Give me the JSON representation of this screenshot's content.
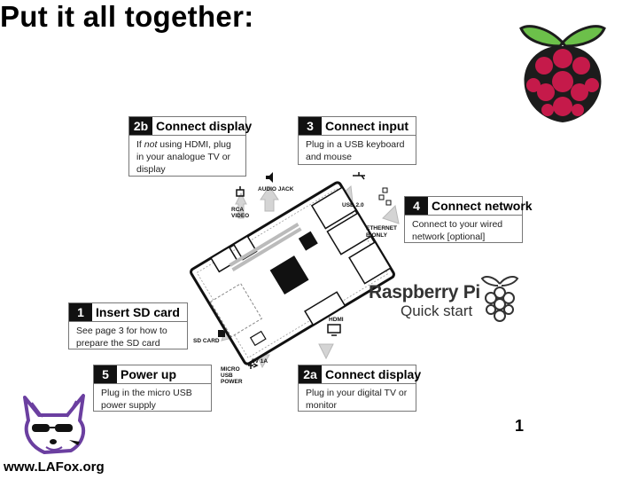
{
  "slide": {
    "title": "Put it all together:"
  },
  "callouts": {
    "step_2b": {
      "num": "2b",
      "title": "Connect display",
      "body_pre": "If ",
      "body_em": "not",
      "body_post": " using HDMI, plug in your analogue TV or display"
    },
    "step_3": {
      "num": "3",
      "title": "Connect input",
      "body": "Plug in a USB keyboard and mouse"
    },
    "step_4": {
      "num": "4",
      "title": "Connect network",
      "body": "Connect to your wired network [optional]"
    },
    "step_1": {
      "num": "1",
      "title": "Insert SD card",
      "body": "See page 3 for how to prepare the SD card"
    },
    "step_5": {
      "num": "5",
      "title": "Power up",
      "body": "Plug in the micro USB power supply"
    },
    "step_2a": {
      "num": "2a",
      "title": "Connect display",
      "body": "Plug in your digital TV or monitor"
    }
  },
  "port_labels": {
    "rca": "RCA VIDEO",
    "audio": "AUDIO JACK",
    "usb": "USB 2.0",
    "ethernet": "ETHERNET",
    "ethernet_note": "B ONLY",
    "hdmi": "HDMI",
    "sd": "SD CARD",
    "micro_usb": "MICRO USB POWER",
    "micro_usb_note": "5V 1A"
  },
  "branding": {
    "product": "Raspberry Pi",
    "subtitle": "Quick start",
    "page_number": "1",
    "website": "www.LAFox.org"
  },
  "colors": {
    "raspberry_red": "#c51a4a",
    "leaf_green": "#6cc04a",
    "box_border": "#777777"
  },
  "icons": [
    "raspberry-pi-logo",
    "fox-mascot-logo",
    "speaker-icon",
    "rca-plug-icon",
    "usb-icon",
    "ethernet-icon",
    "monitor-icon",
    "sd-card-icon",
    "power-plug-icon"
  ]
}
